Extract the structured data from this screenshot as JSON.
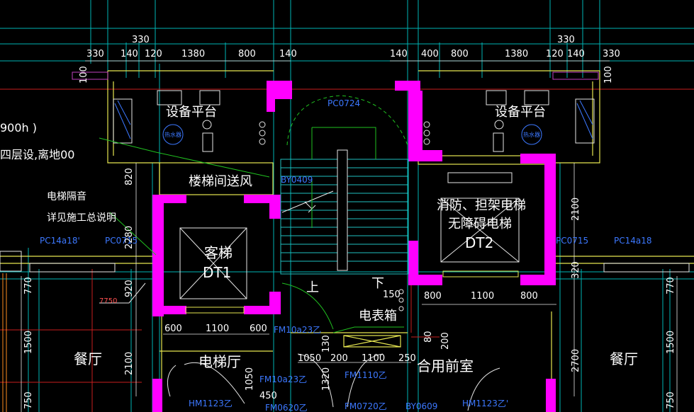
{
  "colors": {
    "background": "#000000",
    "wall": "#ff00ff",
    "grid_cyan": "#00c8c8",
    "line_yellow": "#e8e85a",
    "line_green": "#20c020",
    "line_red": "#d02020",
    "text_white": "#ffffff",
    "text_blue": "#3c78ff",
    "text_red": "#ff5050",
    "equipment_blue": "#3c78ff"
  },
  "room_labels": {
    "equipment_platform_left": "设备平台",
    "equipment_platform_right": "设备平台",
    "stair_ventilation": "楼梯间送风",
    "passenger_elevator": "客梯",
    "elevator_dt1": "DT1",
    "fire_elevator_line1": "消防、担架电梯",
    "fire_elevator_line2": "无障碍电梯",
    "elevator_dt2": "DT2",
    "meter_box": "电表箱",
    "elevator_hall": "电梯厅",
    "shared_anteroom": "合用前室",
    "dining_left": "餐厅",
    "dining_right": "餐厅",
    "stair_up": "上",
    "stair_down": "下"
  },
  "notes": {
    "fragment_1": "900h    )",
    "fragment_2": "四层设,离地00",
    "elevator_insulation_1": "电梯隔音",
    "elevator_insulation_2": "详见施工总说明"
  },
  "tags": {
    "pc0724": "PC0724",
    "by0409": "BY0409",
    "pc14a18_left": "PC14a18'",
    "pc0715_left": "PC0715",
    "pc0715_right": "PC0715",
    "pc14a18_right": "PC14a18",
    "fm10a23_1": "FM10a23乙",
    "fm10a23_2": "FM10a23乙",
    "fm1110": "FM1110乙",
    "hm1123_left": "HM1123乙",
    "hm1123_right": "HM1123乙'",
    "fm0620": "FM0620乙",
    "fm0720": "FM0720乙",
    "by0609": "BY0609",
    "elevation": "7750"
  },
  "top_dims_left": [
    "330",
    "330",
    "140",
    "120",
    "1380",
    "800",
    "140"
  ],
  "top_dims_right": [
    "330",
    "140",
    "400",
    "800",
    "1380",
    "120",
    "140",
    "330"
  ],
  "vertical_dims": {
    "d100_left": "100",
    "d820": "820",
    "d2280": "2280",
    "d920": "920",
    "d770_left": "770",
    "d1500_left": "1500",
    "d2100_left": "2100",
    "d750_left": "750",
    "d1050": "1050",
    "d1320": "1320",
    "d130": "130",
    "d80": "80",
    "d200": "200",
    "d2100_right": "2100",
    "d320": "320",
    "d2700": "2700",
    "d770_right": "770",
    "d1500_right": "1500",
    "d750_right": "750",
    "d100_right": "100"
  },
  "horizontal_dims": {
    "dt1_600a": "600",
    "dt1_1100": "1100",
    "dt1_600b": "600",
    "dt2_800a": "800",
    "dt2_1100": "1100",
    "dt2_800b": "800",
    "d150": "150",
    "d1050": "1050",
    "d200": "200",
    "d1100": "1100",
    "d250": "250",
    "d450": "450"
  },
  "equipment": {
    "water_tank_left": "热水器",
    "water_tank_right": "热水器"
  }
}
